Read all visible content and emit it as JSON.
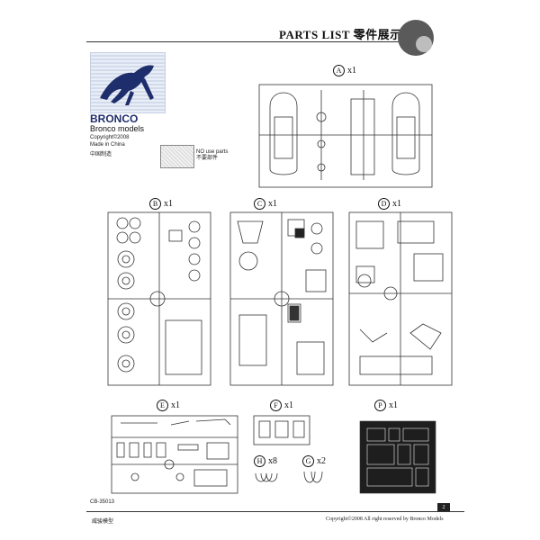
{
  "header": {
    "title": "PARTS LIST  零件展示表:"
  },
  "brand": {
    "logo_text": "BRONCO",
    "name": "Bronco models",
    "copyright": "Copyright©2008",
    "made_in": "Made in China",
    "made_in_cn": "中国制造",
    "horse_icon": "horse-logo-icon"
  },
  "notes": {
    "no_use_en": "NO use parts",
    "no_use_cn": "不要部件"
  },
  "sprues": [
    {
      "id": "A",
      "label": "A",
      "qty": "x1"
    },
    {
      "id": "B",
      "label": "B",
      "qty": "x1"
    },
    {
      "id": "C",
      "label": "C",
      "qty": "x1"
    },
    {
      "id": "D",
      "label": "D",
      "qty": "x1"
    },
    {
      "id": "E",
      "label": "E",
      "qty": "x1"
    },
    {
      "id": "F",
      "label": "F",
      "qty": "x1"
    },
    {
      "id": "P",
      "label": "P",
      "qty": "x1"
    },
    {
      "id": "H",
      "label": "H",
      "qty": "x8"
    },
    {
      "id": "G",
      "label": "G",
      "qty": "x2"
    }
  ],
  "footer": {
    "catalog": "CB-35013",
    "left": "威骏模型",
    "right": "Copyright©2008  All right reserved by Bronco Models",
    "page": "2"
  }
}
